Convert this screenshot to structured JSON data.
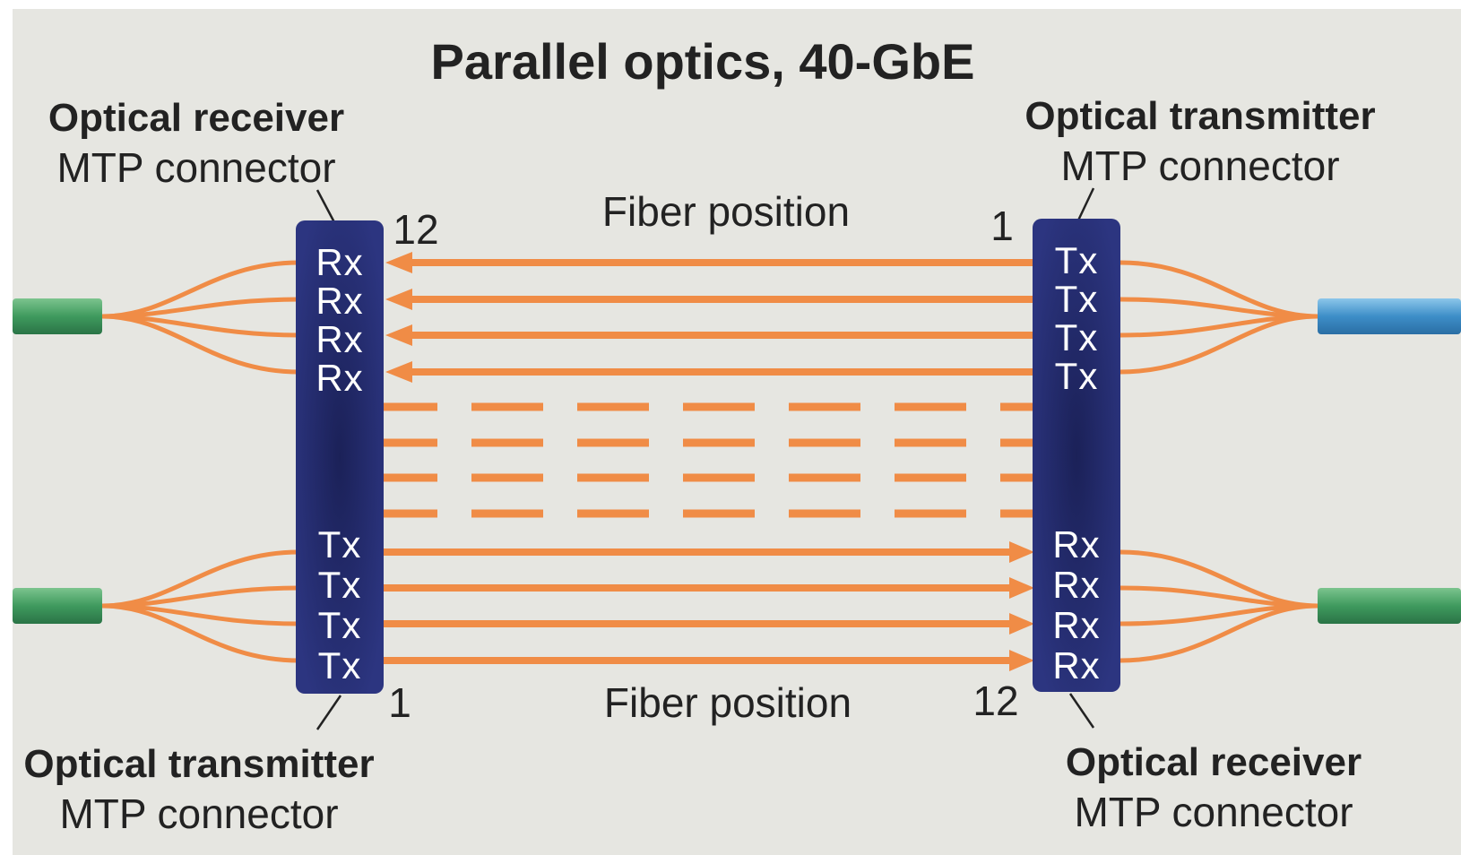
{
  "title": "Parallel optics, 40-GbE",
  "top_left": {
    "heading": "Optical receiver",
    "sub": "MTP connector"
  },
  "top_right": {
    "heading": "Optical transmitter",
    "sub": "MTP connector"
  },
  "bottom_left": {
    "heading": "Optical transmitter",
    "sub": "MTP connector"
  },
  "bottom_right": {
    "heading": "Optical receiver",
    "sub": "MTP connector"
  },
  "fiber_position_top": "Fiber position",
  "fiber_position_bottom": "Fiber position",
  "positions": {
    "left_top": "12",
    "right_top": "1",
    "left_bottom": "1",
    "right_bottom": "12"
  },
  "left_connector": {
    "top_labels": [
      "Rx",
      "Rx",
      "Rx",
      "Rx"
    ],
    "bottom_labels": [
      "Tx",
      "Tx",
      "Tx",
      "Tx"
    ]
  },
  "right_connector": {
    "top_labels": [
      "Tx",
      "Tx",
      "Tx",
      "Tx"
    ],
    "bottom_labels": [
      "Rx",
      "Rx",
      "Rx",
      "Rx"
    ]
  },
  "colors": {
    "background": "#e6e6e1",
    "fiber": "#f08c46",
    "connector": "#232b6e",
    "cable_green": "#3f9a5e",
    "cable_blue": "#3d8ec8",
    "text": "#222222"
  }
}
